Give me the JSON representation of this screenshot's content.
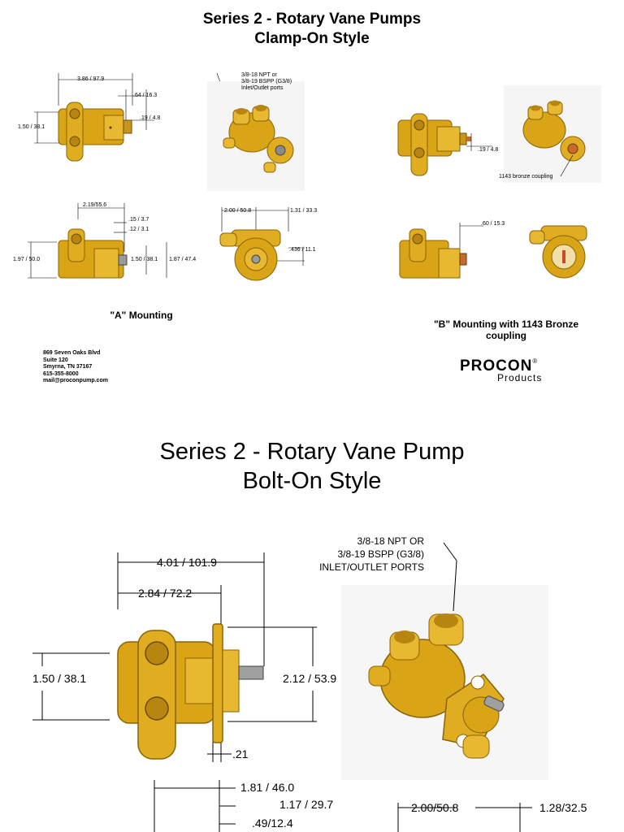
{
  "page1": {
    "title_line1": "Series 2  - Rotary Vane Pumps",
    "title_line2": "Clamp-On Style",
    "dims": {
      "a_len": "3.86 / 97.9",
      "a_64": ".64 / 16.3",
      "a_19": ".19 / 4.8",
      "a_150": "1.50 / 38.1",
      "ports_1": "3/8-18 NPT or",
      "ports_2": "3/8-19 BSPP (G3/8)",
      "ports_3": "Inlet/Outlet ports",
      "b_19": ".19 / 4.8",
      "b_coupling": "1143 bronze coupling",
      "c_219": "2.19/55.6",
      "c_15": ".15 / 3.7",
      "c_12": ".12 / 3.1",
      "c_197": "1.97 / 50.0",
      "c_150": "1.50 / 38.1",
      "c_187": "1.87 / 47.4",
      "d_200": "2.00 / 50.8",
      "d_131": "1.31 / 33.3",
      "d_436": ".436 / 11.1",
      "e_60": ".60 / 15.3"
    },
    "label_a": "\"A\" Mounting",
    "label_b_line1": "\"B\" Mounting with 1143 Bronze",
    "label_b_line2": "coupling",
    "address": [
      "869 Seven Oaks Blvd",
      "Suite 120",
      "Smyrna, TN  37167",
      "615-355-8000",
      "mail@proconpump.com"
    ],
    "logo_main": "PROCON",
    "logo_reg": "®",
    "logo_sub": "Products"
  },
  "page2": {
    "title_line1": "Series 2 - Rotary Vane Pump",
    "title_line2": "Bolt-On Style",
    "dims": {
      "d401": "4.01 / 101.9",
      "d284": "2.84 / 72.2",
      "d150": "1.50 / 38.1",
      "d212": "2.12 / 53.9",
      "d21": ".21",
      "ports_1": "3/8-18 NPT OR",
      "ports_2": "3/8-19 BSPP (G3/8)",
      "ports_3": "INLET/OUTLET PORTS",
      "d181": "1.81 / 46.0",
      "d117": "1.17 / 29.7",
      "d49": ".49/12.4",
      "d200": "2.00/50.8",
      "d128": "1.28/32.5"
    }
  },
  "colors": {
    "brass": "#d9a516",
    "brass_dark": "#8a6208",
    "brass_light": "#f3cc55"
  }
}
